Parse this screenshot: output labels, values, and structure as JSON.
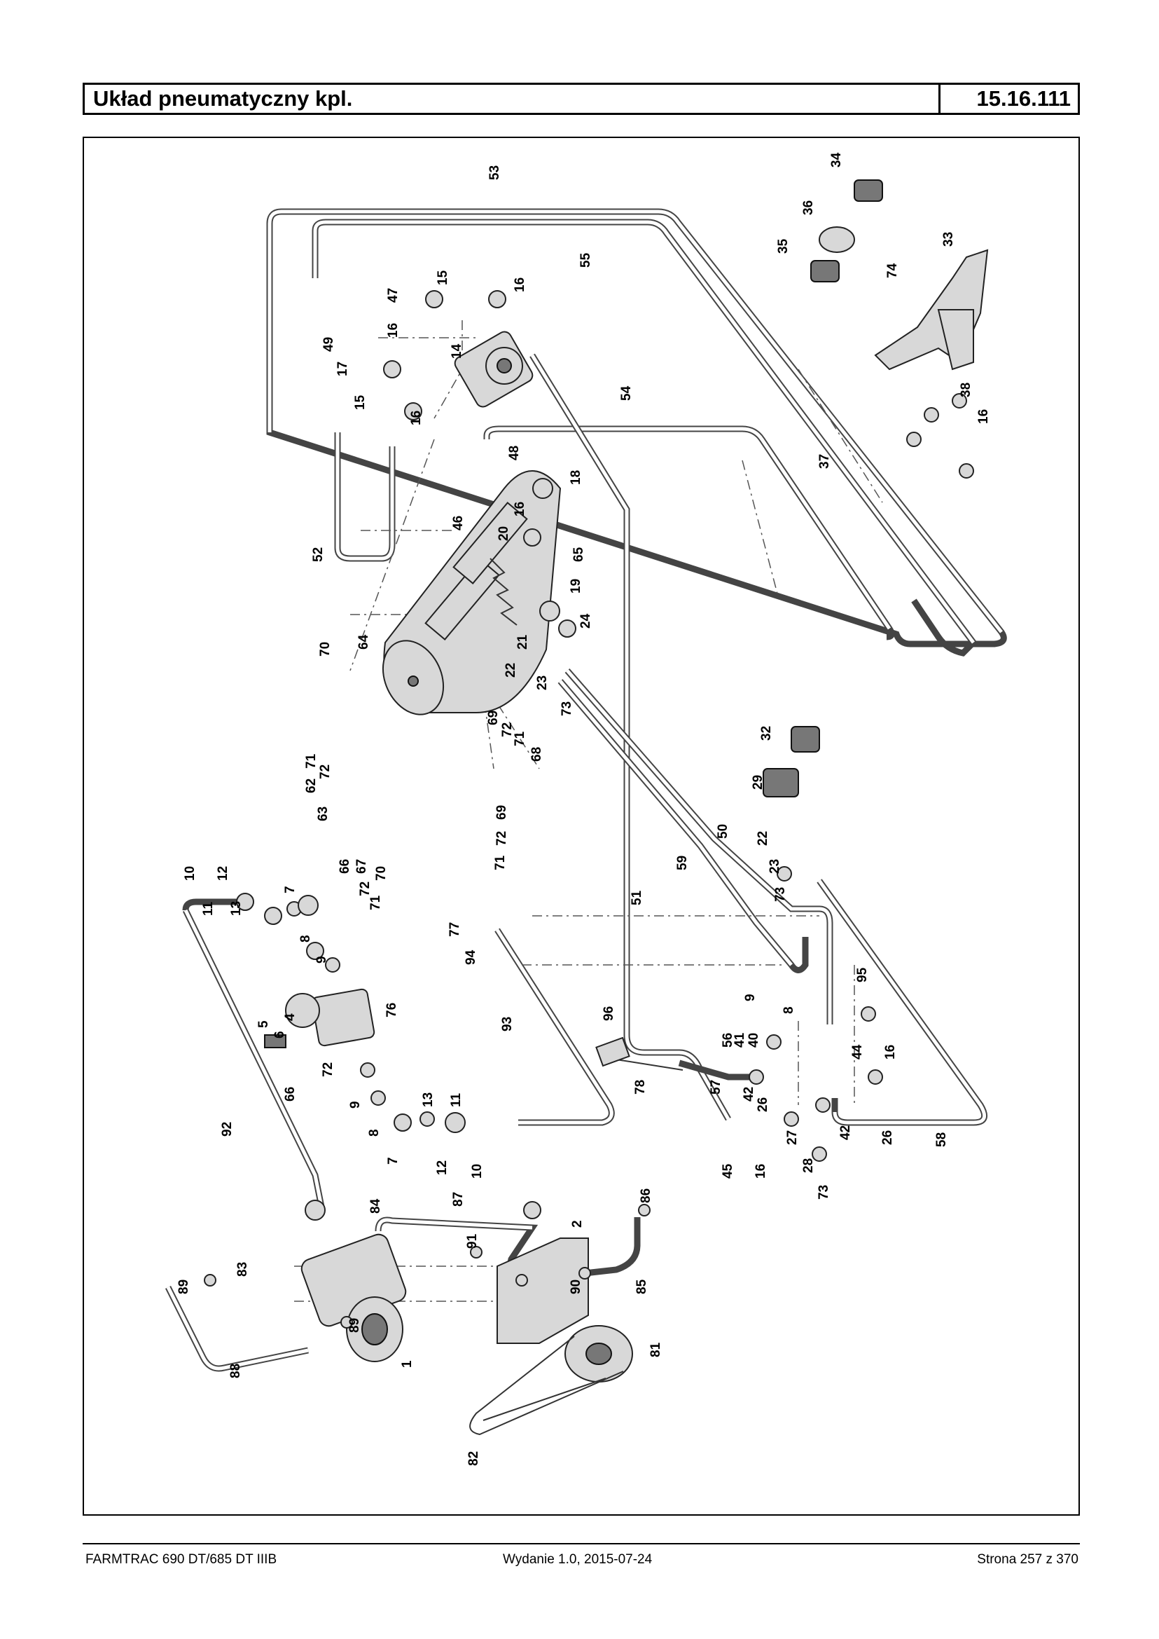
{
  "header": {
    "title": "Układ pneumatyczny kpl.",
    "code": "15.16.111"
  },
  "footer": {
    "model": "FARMTRAC 690 DT/685 DT IIIB",
    "edition": "Wydanie 1.0,  2015-07-24",
    "page": "Strona 257 z 370"
  },
  "diagram": {
    "labels": [
      {
        "id": "l53",
        "text": "53"
      },
      {
        "id": "l55",
        "text": "55"
      },
      {
        "id": "l34",
        "text": "34"
      },
      {
        "id": "l36",
        "text": "36"
      },
      {
        "id": "l35",
        "text": "35"
      },
      {
        "id": "l33",
        "text": "33"
      },
      {
        "id": "l74",
        "text": "74"
      },
      {
        "id": "l47",
        "text": "47"
      },
      {
        "id": "l15a",
        "text": "15"
      },
      {
        "id": "l16a",
        "text": "16"
      },
      {
        "id": "l16b",
        "text": "16"
      },
      {
        "id": "l49",
        "text": "49"
      },
      {
        "id": "l17",
        "text": "17"
      },
      {
        "id": "l14",
        "text": "14"
      },
      {
        "id": "l15b",
        "text": "15"
      },
      {
        "id": "l16c",
        "text": "16"
      },
      {
        "id": "l54",
        "text": "54"
      },
      {
        "id": "l38",
        "text": "38"
      },
      {
        "id": "l16d",
        "text": "16"
      },
      {
        "id": "l37",
        "text": "37"
      },
      {
        "id": "l48",
        "text": "48"
      },
      {
        "id": "l18",
        "text": "18"
      },
      {
        "id": "l16e",
        "text": "16"
      },
      {
        "id": "l46",
        "text": "46"
      },
      {
        "id": "l20",
        "text": "20"
      },
      {
        "id": "l52",
        "text": "52"
      },
      {
        "id": "l65",
        "text": "65"
      },
      {
        "id": "l19",
        "text": "19"
      },
      {
        "id": "l64",
        "text": "64"
      },
      {
        "id": "l70a",
        "text": "70"
      },
      {
        "id": "l21",
        "text": "21"
      },
      {
        "id": "l24",
        "text": "24"
      },
      {
        "id": "l22a",
        "text": "22"
      },
      {
        "id": "l23a",
        "text": "23"
      },
      {
        "id": "l73a",
        "text": "73"
      },
      {
        "id": "l69a",
        "text": "69"
      },
      {
        "id": "l72a",
        "text": "72"
      },
      {
        "id": "l71a",
        "text": "71"
      },
      {
        "id": "l71b",
        "text": "71"
      },
      {
        "id": "l72b",
        "text": "72"
      },
      {
        "id": "l68",
        "text": "68"
      },
      {
        "id": "l62",
        "text": "62"
      },
      {
        "id": "l63",
        "text": "63"
      },
      {
        "id": "l32",
        "text": "32"
      },
      {
        "id": "l29",
        "text": "29"
      },
      {
        "id": "l69b",
        "text": "69"
      },
      {
        "id": "l72c",
        "text": "72"
      },
      {
        "id": "l71c",
        "text": "71"
      },
      {
        "id": "l50",
        "text": "50"
      },
      {
        "id": "l22b",
        "text": "22"
      },
      {
        "id": "l23b",
        "text": "23"
      },
      {
        "id": "l59",
        "text": "59"
      },
      {
        "id": "l66a",
        "text": "66"
      },
      {
        "id": "l67",
        "text": "67"
      },
      {
        "id": "l70b",
        "text": "70"
      },
      {
        "id": "l73b",
        "text": "73"
      },
      {
        "id": "l72d",
        "text": "72"
      },
      {
        "id": "l71d",
        "text": "71"
      },
      {
        "id": "l10a",
        "text": "10"
      },
      {
        "id": "l12a",
        "text": "12"
      },
      {
        "id": "l11a",
        "text": "11"
      },
      {
        "id": "l13a",
        "text": "13"
      },
      {
        "id": "l7a",
        "text": "7"
      },
      {
        "id": "l51",
        "text": "51"
      },
      {
        "id": "l77",
        "text": "77"
      },
      {
        "id": "l94",
        "text": "94"
      },
      {
        "id": "l8a",
        "text": "8"
      },
      {
        "id": "l9a",
        "text": "9"
      },
      {
        "id": "l95",
        "text": "95"
      },
      {
        "id": "l76",
        "text": "76"
      },
      {
        "id": "l9b",
        "text": "9"
      },
      {
        "id": "l8b",
        "text": "8"
      },
      {
        "id": "l5",
        "text": "5"
      },
      {
        "id": "l6",
        "text": "6"
      },
      {
        "id": "l4",
        "text": "4"
      },
      {
        "id": "l93",
        "text": "93"
      },
      {
        "id": "l96",
        "text": "96"
      },
      {
        "id": "l56",
        "text": "56"
      },
      {
        "id": "l41",
        "text": "41"
      },
      {
        "id": "l40",
        "text": "40"
      },
      {
        "id": "l44",
        "text": "44"
      },
      {
        "id": "l16f",
        "text": "16"
      },
      {
        "id": "l72e",
        "text": "72"
      },
      {
        "id": "l66b",
        "text": "66"
      },
      {
        "id": "l78",
        "text": "78"
      },
      {
        "id": "l57",
        "text": "57"
      },
      {
        "id": "l9c",
        "text": "9"
      },
      {
        "id": "l42a",
        "text": "42"
      },
      {
        "id": "l26a",
        "text": "26"
      },
      {
        "id": "l13b",
        "text": "13"
      },
      {
        "id": "l11b",
        "text": "11"
      },
      {
        "id": "l92",
        "text": "92"
      },
      {
        "id": "l8c",
        "text": "8"
      },
      {
        "id": "l42b",
        "text": "42"
      },
      {
        "id": "l26b",
        "text": "26"
      },
      {
        "id": "l27",
        "text": "27"
      },
      {
        "id": "l58",
        "text": "58"
      },
      {
        "id": "l7b",
        "text": "7"
      },
      {
        "id": "l12b",
        "text": "12"
      },
      {
        "id": "l10b",
        "text": "10"
      },
      {
        "id": "l45",
        "text": "45"
      },
      {
        "id": "l16g",
        "text": "16"
      },
      {
        "id": "l28",
        "text": "28"
      },
      {
        "id": "l73c",
        "text": "73"
      },
      {
        "id": "l84",
        "text": "84"
      },
      {
        "id": "l87",
        "text": "87"
      },
      {
        "id": "l86",
        "text": "86"
      },
      {
        "id": "l2",
        "text": "2"
      },
      {
        "id": "l91",
        "text": "91"
      },
      {
        "id": "l83",
        "text": "83"
      },
      {
        "id": "l89a",
        "text": "89"
      },
      {
        "id": "l90",
        "text": "90"
      },
      {
        "id": "l85",
        "text": "85"
      },
      {
        "id": "l89b",
        "text": "89"
      },
      {
        "id": "l1",
        "text": "1"
      },
      {
        "id": "l88",
        "text": "88"
      },
      {
        "id": "l81",
        "text": "81"
      },
      {
        "id": "l82",
        "text": "82"
      }
    ]
  }
}
